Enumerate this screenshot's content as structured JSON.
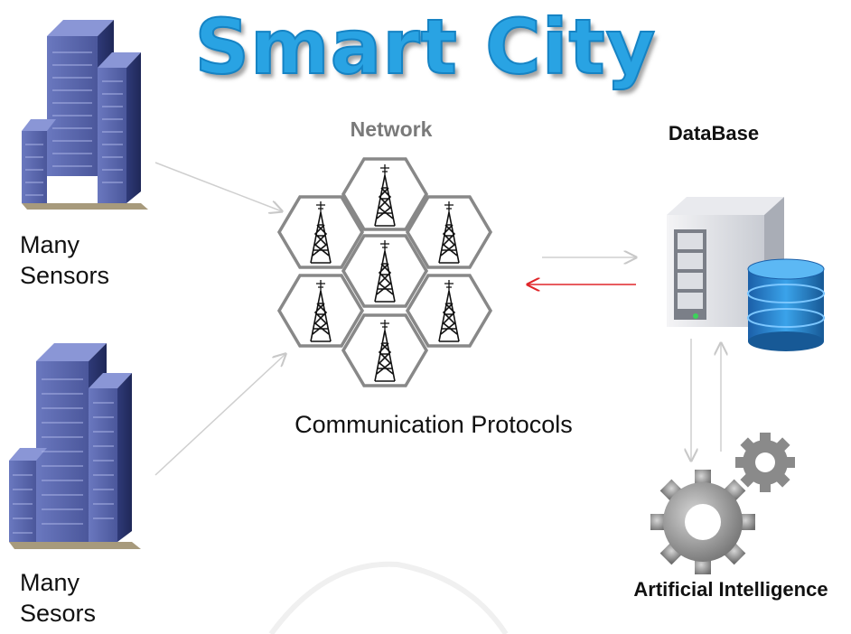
{
  "title": "Smart City",
  "network": {
    "label": "Network",
    "caption": "Communication Protocols"
  },
  "sensors_top": {
    "line1": "Many",
    "line2": "Sensors"
  },
  "sensors_bottom": {
    "line1": "Many",
    "line2": "Sesors"
  },
  "database": {
    "label": "DataBase"
  },
  "ai": {
    "label": "Artificial Intelligence"
  },
  "colors": {
    "title": "#29a3e3",
    "building": "#5563a6",
    "hex_border": "#888888",
    "arrow_gray": "#c8c8c8",
    "arrow_red": "#e0262a",
    "db_blue": "#1e78c4"
  }
}
